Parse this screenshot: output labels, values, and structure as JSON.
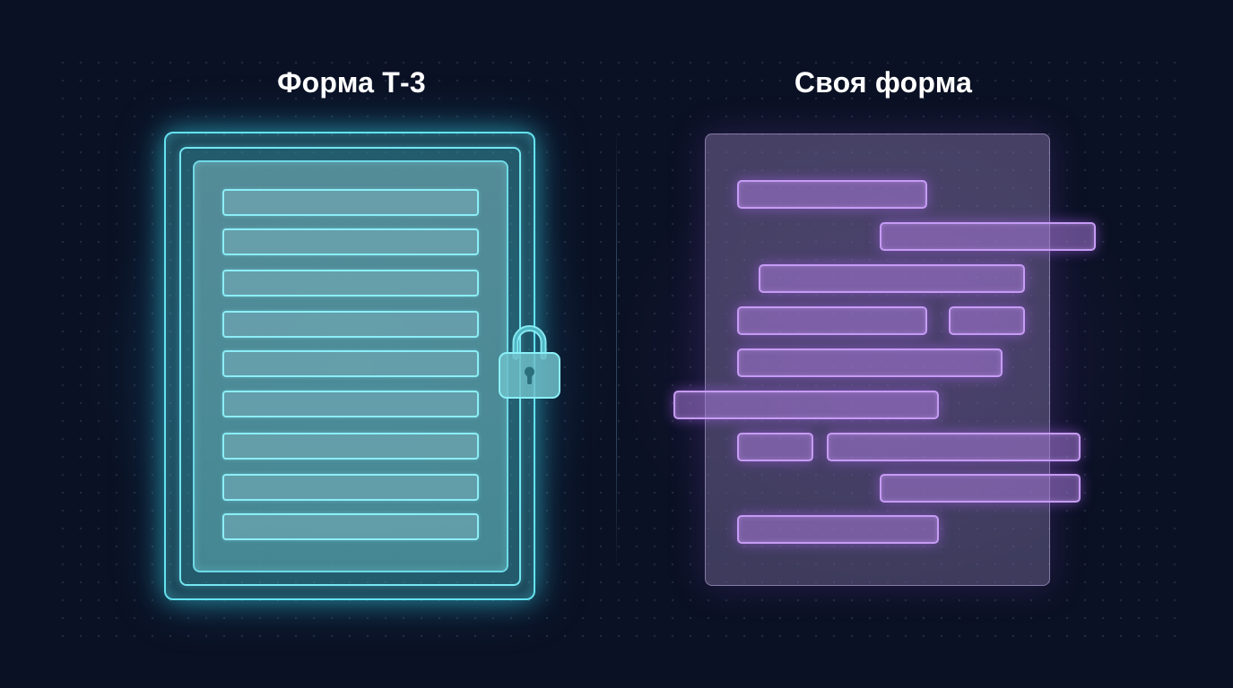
{
  "left_panel": {
    "title": "Форма Т-3",
    "row_count": 9,
    "icon": "lock-icon",
    "accent_color": "#64e2f0"
  },
  "right_panel": {
    "title": "Своя форма",
    "field_count": 11,
    "accent_color": "#c69bf5"
  },
  "background_color": "#0b1124"
}
